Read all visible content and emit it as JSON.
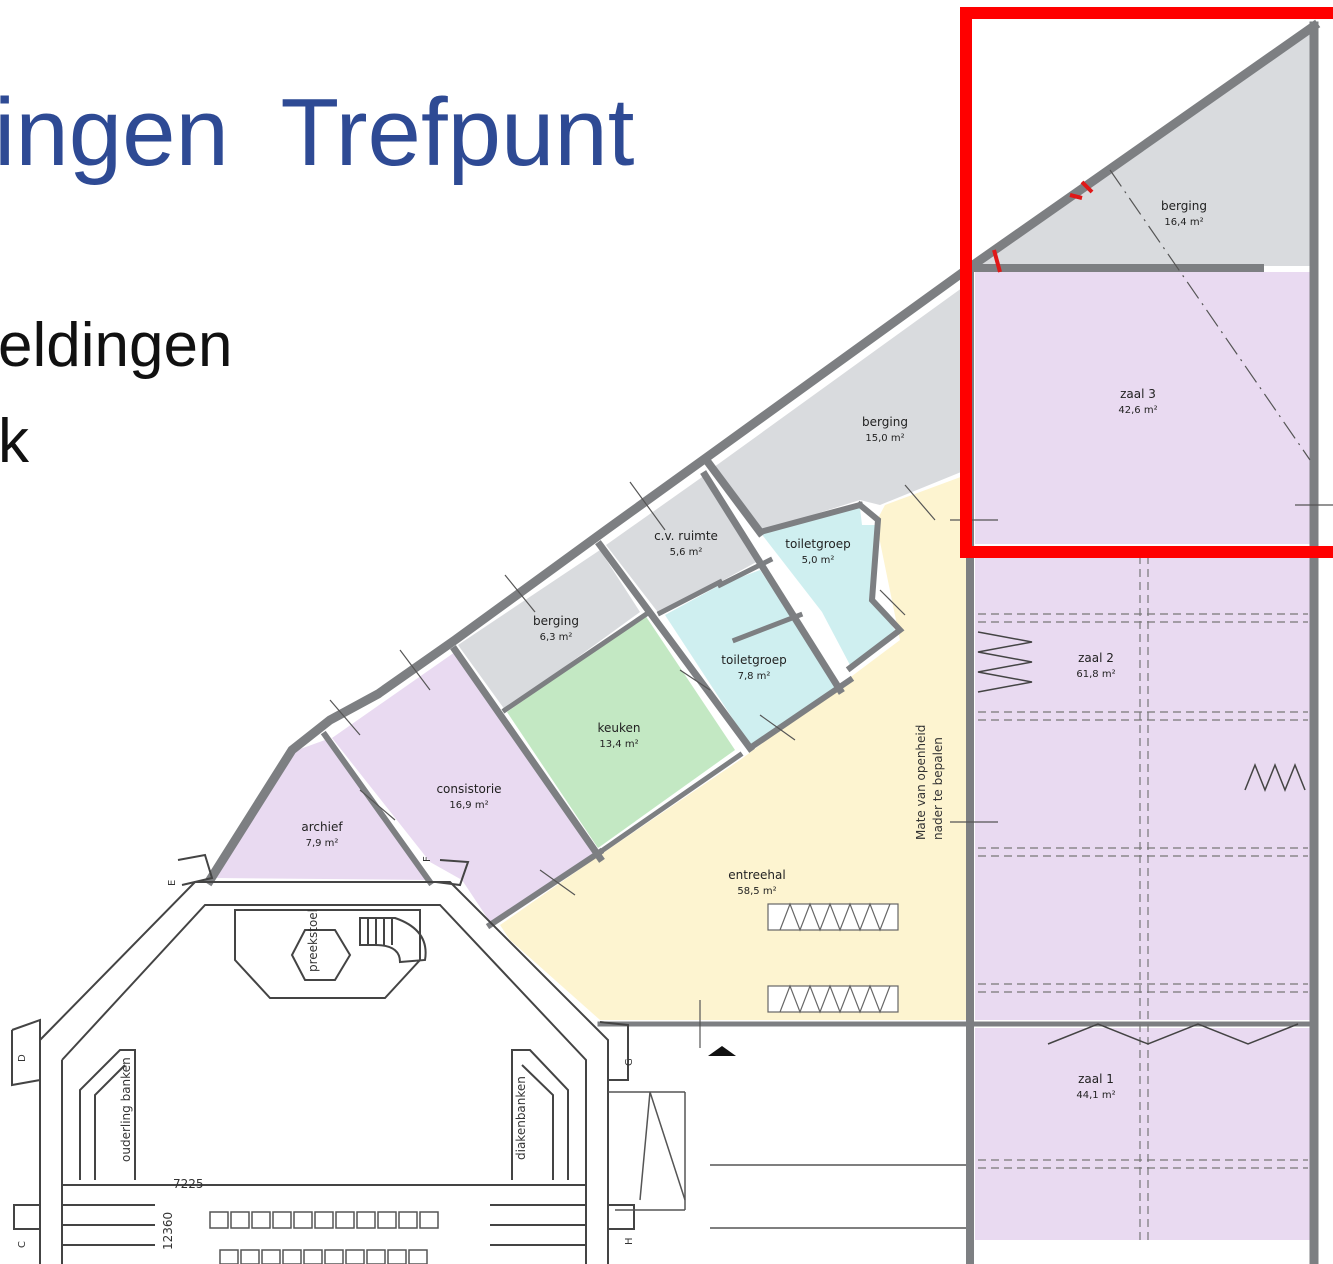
{
  "slide": {
    "title": "ingen  Trefpunt",
    "bullets": [
      "eldingen",
      "k"
    ]
  },
  "colors": {
    "title": "#2e4a94",
    "wall": "#7d7f82",
    "storage_fill": "#d9dbde",
    "hall_fill": "#e9daf1",
    "kitchen_fill": "#c3e8c3",
    "toilet_fill": "#cfeff0",
    "entrance_fill": "#fdf4d0",
    "highlight": "#ff0000"
  },
  "rooms": {
    "berging_top": {
      "name": "berging",
      "area": "16,4 m²"
    },
    "zaal3": {
      "name": "zaal 3",
      "area": "42,6 m²"
    },
    "berging_15": {
      "name": "berging",
      "area": "15,0 m²"
    },
    "cv": {
      "name": "c.v. ruimte",
      "area": "5,6 m²"
    },
    "toilet5": {
      "name": "toiletgroep",
      "area": "5,0 m²"
    },
    "berging_6": {
      "name": "berging",
      "area": "6,3 m²"
    },
    "toilet7": {
      "name": "toiletgroep",
      "area": "7,8 m²"
    },
    "keuken": {
      "name": "keuken",
      "area": "13,4 m²"
    },
    "consistorie": {
      "name": "consistorie",
      "area": "16,9 m²"
    },
    "archief": {
      "name": "archief",
      "area": "7,9 m²"
    },
    "zaal2": {
      "name": "zaal 2",
      "area": "61,8 m²"
    },
    "entreehal": {
      "name": "entreehal",
      "area": "58,5 m²"
    },
    "zaal1": {
      "name": "zaal 1",
      "area": "44,1 m²"
    }
  },
  "annotations": {
    "openheid_line1": "Mate van openheid",
    "openheid_line2": "nader te bepalen",
    "preekstoel": "preekstoel",
    "ouderling": "ouderling banken",
    "diaken": "diakenbanken",
    "dim_width": "7225",
    "dim_height": "12360",
    "grid_c": "C",
    "grid_d": "D",
    "grid_e": "E",
    "grid_f": "F",
    "grid_g": "G",
    "grid_h": "H"
  }
}
